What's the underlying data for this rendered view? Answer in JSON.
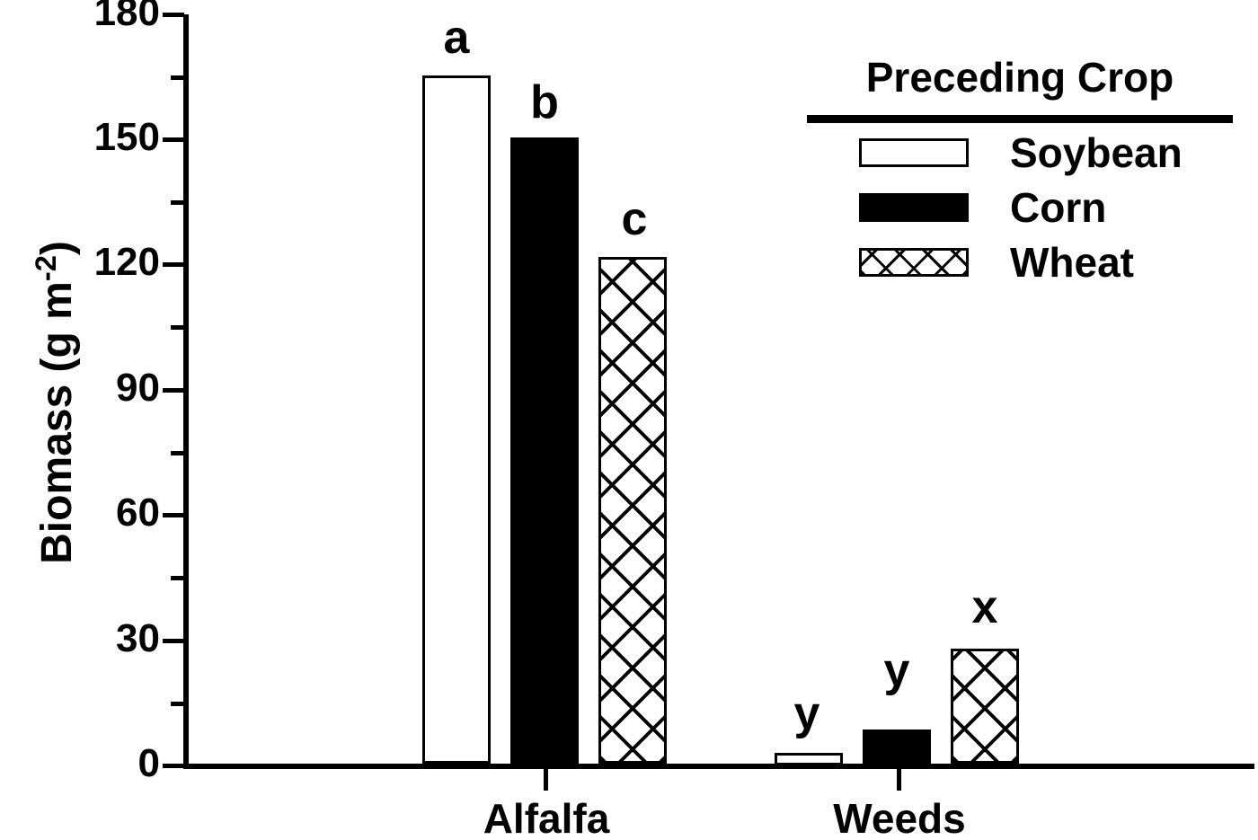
{
  "chart_data": {
    "type": "bar",
    "title": "",
    "xlabel": "",
    "ylabel": "Biomass (g m-2)",
    "ylabel_base": "Biomass (g m",
    "ylabel_sup": "-2",
    "ylabel_close": ")",
    "categories": [
      "Alfalfa",
      "Weeds"
    ],
    "series": [
      {
        "name": "Soybean",
        "fill": "open",
        "values": [
          165,
          2
        ]
      },
      {
        "name": "Corn",
        "fill": "solid",
        "values": [
          150,
          8
        ]
      },
      {
        "name": "Wheat",
        "fill": "cross",
        "values": [
          122,
          27
        ]
      }
    ],
    "annotations": [
      {
        "group": "Alfalfa",
        "series": "Soybean",
        "label": "a"
      },
      {
        "group": "Alfalfa",
        "series": "Corn",
        "label": "b"
      },
      {
        "group": "Alfalfa",
        "series": "Wheat",
        "label": "c"
      },
      {
        "group": "Weeds",
        "series": "Soybean",
        "label": "y"
      },
      {
        "group": "Weeds",
        "series": "Corn",
        "label": "y"
      },
      {
        "group": "Weeds",
        "series": "Wheat",
        "label": "x"
      }
    ],
    "ylim": [
      0,
      180
    ],
    "ytick_major": [
      0,
      30,
      60,
      90,
      120,
      150,
      180
    ],
    "ytick_minor": [
      15,
      45,
      75,
      105,
      135,
      165
    ],
    "ytick_labels": [
      "0",
      "30",
      "60",
      "90",
      "120",
      "150",
      "180"
    ],
    "grid": false,
    "legend_position": "top-right",
    "colors": {
      "line": "#000000",
      "fill_open": "#ffffff",
      "fill_solid": "#000000",
      "background": "#ffffff"
    }
  },
  "legend": {
    "title": "Preceding Crop",
    "entries": [
      {
        "label": "Soybean",
        "fill": "open"
      },
      {
        "label": "Corn",
        "fill": "solid"
      },
      {
        "label": "Wheat",
        "fill": "cross"
      }
    ]
  },
  "axis": {
    "y_labels": [
      "180",
      "150",
      "120",
      "90",
      "60",
      "30",
      "0"
    ],
    "x_labels": [
      "Alfalfa",
      "Weeds"
    ]
  },
  "annotations": {
    "alfalfa_soybean": "a",
    "alfalfa_corn": "b",
    "alfalfa_wheat": "c",
    "weeds_soybean": "y",
    "weeds_corn": "y",
    "weeds_wheat": "x"
  }
}
